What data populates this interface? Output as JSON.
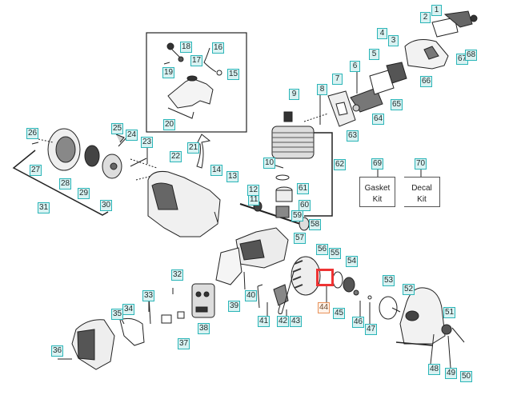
{
  "diagram": {
    "type": "exploded-parts-diagram",
    "highlight_color": "#ee3333",
    "label_color": "#2bb5b8",
    "selected_label_color": "#e8925a",
    "selected_part": "44",
    "inset_title": "",
    "kits": [
      {
        "number": "69",
        "label": "Gasket Kit"
      },
      {
        "number": "70",
        "label": "Decal Kit"
      }
    ],
    "labels": [
      {
        "id": "1"
      },
      {
        "id": "2"
      },
      {
        "id": "3"
      },
      {
        "id": "4"
      },
      {
        "id": "5"
      },
      {
        "id": "6"
      },
      {
        "id": "7"
      },
      {
        "id": "8"
      },
      {
        "id": "9"
      },
      {
        "id": "10"
      },
      {
        "id": "11"
      },
      {
        "id": "12"
      },
      {
        "id": "13"
      },
      {
        "id": "14"
      },
      {
        "id": "15"
      },
      {
        "id": "16"
      },
      {
        "id": "17"
      },
      {
        "id": "18"
      },
      {
        "id": "19"
      },
      {
        "id": "20"
      },
      {
        "id": "21"
      },
      {
        "id": "22"
      },
      {
        "id": "23"
      },
      {
        "id": "24"
      },
      {
        "id": "25"
      },
      {
        "id": "26"
      },
      {
        "id": "27"
      },
      {
        "id": "28"
      },
      {
        "id": "29"
      },
      {
        "id": "30"
      },
      {
        "id": "31"
      },
      {
        "id": "32"
      },
      {
        "id": "33"
      },
      {
        "id": "34"
      },
      {
        "id": "35"
      },
      {
        "id": "36"
      },
      {
        "id": "37"
      },
      {
        "id": "38"
      },
      {
        "id": "39"
      },
      {
        "id": "40"
      },
      {
        "id": "41"
      },
      {
        "id": "42"
      },
      {
        "id": "43"
      },
      {
        "id": "44"
      },
      {
        "id": "45"
      },
      {
        "id": "46"
      },
      {
        "id": "47"
      },
      {
        "id": "48"
      },
      {
        "id": "49"
      },
      {
        "id": "50"
      },
      {
        "id": "51"
      },
      {
        "id": "52"
      },
      {
        "id": "53"
      },
      {
        "id": "54"
      },
      {
        "id": "55"
      },
      {
        "id": "56"
      },
      {
        "id": "57"
      },
      {
        "id": "58"
      },
      {
        "id": "59"
      },
      {
        "id": "60"
      },
      {
        "id": "61"
      },
      {
        "id": "62"
      },
      {
        "id": "63"
      },
      {
        "id": "64"
      },
      {
        "id": "65"
      },
      {
        "id": "66"
      },
      {
        "id": "67"
      },
      {
        "id": "68"
      }
    ]
  }
}
